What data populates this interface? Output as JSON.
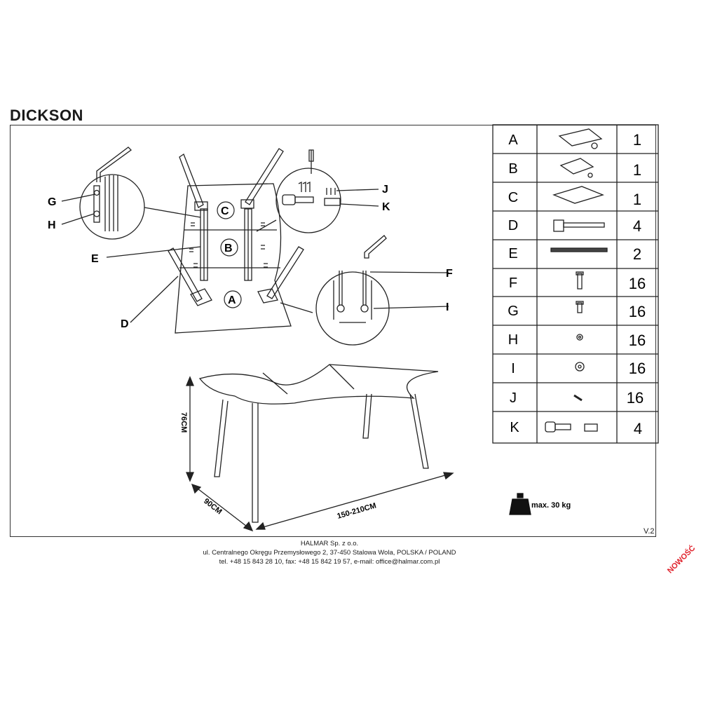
{
  "title": "DICKSON",
  "version": "V.2",
  "diagram": {
    "callouts": [
      "G",
      "H",
      "E",
      "D",
      "J",
      "K",
      "F",
      "I"
    ],
    "top_parts": [
      "C",
      "B",
      "A"
    ],
    "dimensions": {
      "height": "76CM",
      "depth": "90CM",
      "length": "150-210CM"
    },
    "max_load": "max. 30 kg"
  },
  "parts": [
    {
      "letter": "A",
      "qty": "1",
      "icon": "tabletop-panel-a-icon"
    },
    {
      "letter": "B",
      "qty": "1",
      "icon": "tabletop-panel-b-icon"
    },
    {
      "letter": "C",
      "qty": "1",
      "icon": "tabletop-panel-c-icon"
    },
    {
      "letter": "D",
      "qty": "4",
      "icon": "leg-bracket-icon"
    },
    {
      "letter": "E",
      "qty": "2",
      "icon": "extension-rail-icon"
    },
    {
      "letter": "F",
      "qty": "16",
      "icon": "long-bolt-icon"
    },
    {
      "letter": "G",
      "qty": "16",
      "icon": "short-bolt-icon"
    },
    {
      "letter": "H",
      "qty": "16",
      "icon": "small-washer-icon"
    },
    {
      "letter": "I",
      "qty": "16",
      "icon": "large-washer-icon"
    },
    {
      "letter": "J",
      "qty": "16",
      "icon": "dowel-pin-icon"
    },
    {
      "letter": "K",
      "qty": "4",
      "icon": "latch-clip-icon"
    }
  ],
  "footer": {
    "company": "HALMAR Sp. z o.o.",
    "address": "ul. Centralnego Okręgu Przemysłowego 2, 37-450 Stalowa Wola, POLSKA / POLAND",
    "contact": "tel. +48 15 843 28 10, fax: +48 15 842 19 57, e-mail: office@halmar.com.pl"
  },
  "badge": "NOWOŚĆ"
}
